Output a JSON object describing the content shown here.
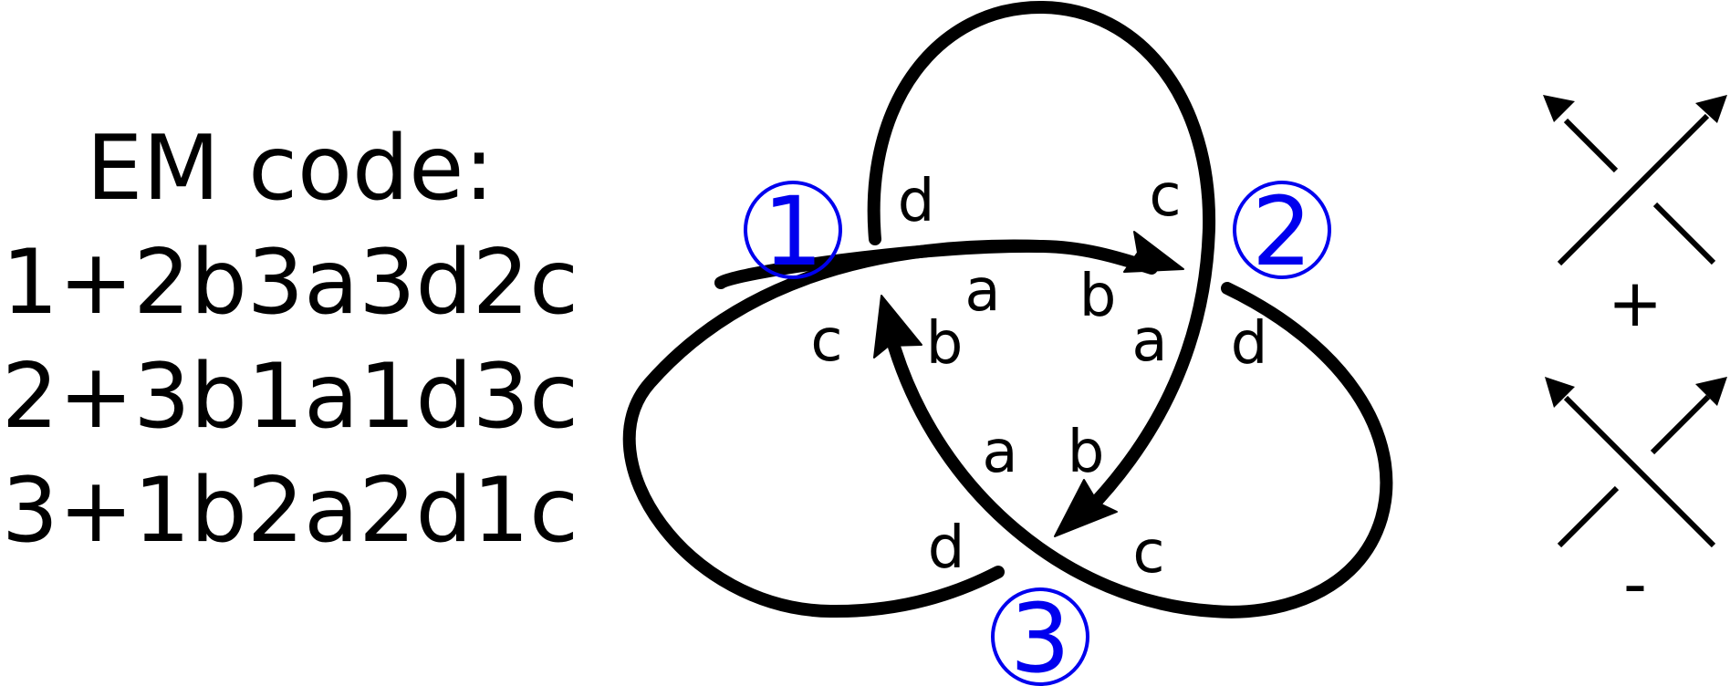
{
  "em_code": {
    "heading": "EM code:",
    "lines": [
      "1+2b3a3d2c",
      "2+3b1a1d3c",
      "3+1b2a2d1c"
    ]
  },
  "crossings": {
    "c1": "1",
    "c2": "2",
    "c3": "3"
  },
  "labels": {
    "c1_d": "d",
    "c1_c": "c",
    "c1_a": "a",
    "c1_b": "b",
    "c2_c": "c",
    "c2_d": "d",
    "c2_a": "a",
    "c2_b": "b",
    "c3_a": "a",
    "c3_b": "b",
    "c3_d": "d",
    "c3_c": "c"
  },
  "legend": {
    "positive": "+",
    "negative": "-"
  },
  "colors": {
    "strand": "#000000",
    "crossing_marker": "#0000ee"
  }
}
